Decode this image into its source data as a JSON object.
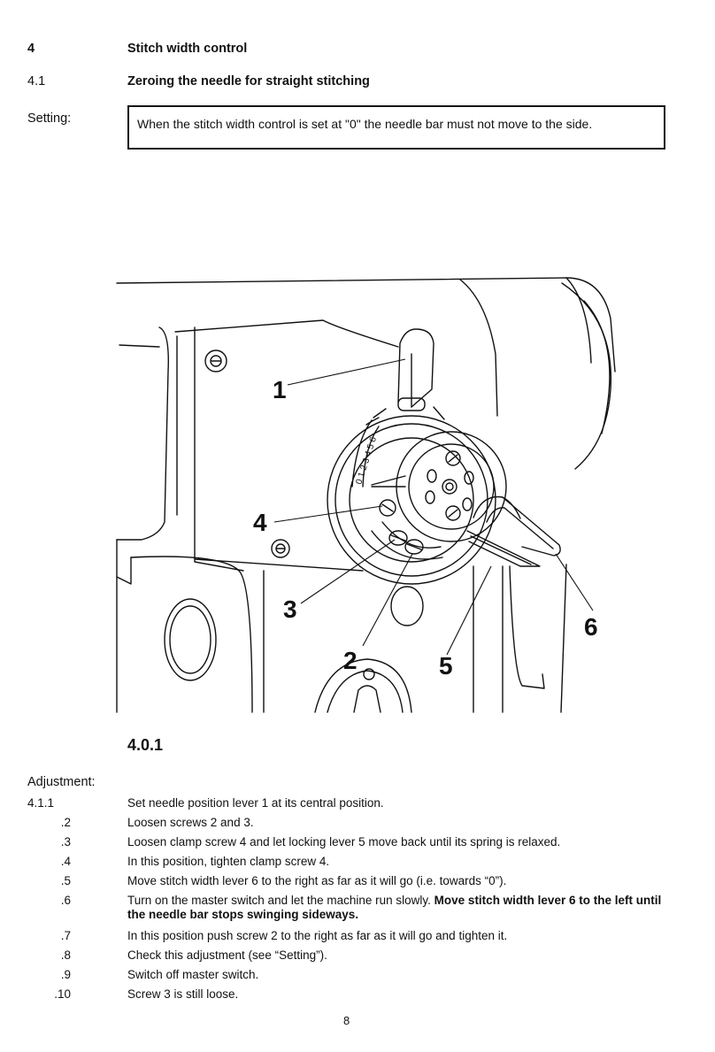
{
  "section": {
    "number": "4",
    "title": "Stitch width control"
  },
  "subsection": {
    "number": "4.1",
    "title": "Zeroing the needle for straight stitching"
  },
  "setting": {
    "label": "Setting:",
    "note": "When the stitch width control is set at \"0\" the needle bar must not move to the side."
  },
  "figure": {
    "id": "4.0.1",
    "callouts": [
      "1",
      "2",
      "3",
      "4",
      "5",
      "6"
    ],
    "dial_scale": "0 1 2 3 4 5 6"
  },
  "adjustment": {
    "label": "Adjustment:",
    "steps": [
      {
        "num": "4.1.1",
        "text": "Set needle position lever 1 at its central position.",
        "bold": ""
      },
      {
        "num": ".2",
        "text": "Loosen screws 2 and 3.",
        "bold": ""
      },
      {
        "num": ".3",
        "text": "Loosen clamp screw 4 and let locking lever 5 move back until its spring is relaxed.",
        "bold": ""
      },
      {
        "num": ".4",
        "text": "In this position, tighten clamp screw 4.",
        "bold": ""
      },
      {
        "num": ".5",
        "text": "Move stitch width lever 6 to the right as far as it will go (i.e. towards “0”).",
        "bold": ""
      },
      {
        "num": ".6",
        "text": "Turn on the master switch and let the machine run slowly.",
        "bold": "Move stitch width lever 6 to the left until the needle bar stops swinging sideways."
      },
      {
        "num": ".7",
        "text": "In this position push screw 2 to the right as far as it will go and tighten it.",
        "bold": ""
      },
      {
        "num": ".8",
        "text": "Check this adjustment (see “Setting”).",
        "bold": ""
      },
      {
        "num": ".9",
        "text": "Switch off master switch.",
        "bold": ""
      },
      {
        "num": ".10",
        "text": "Screw 3 is still loose.",
        "bold": ""
      }
    ]
  },
  "page_number": "8"
}
